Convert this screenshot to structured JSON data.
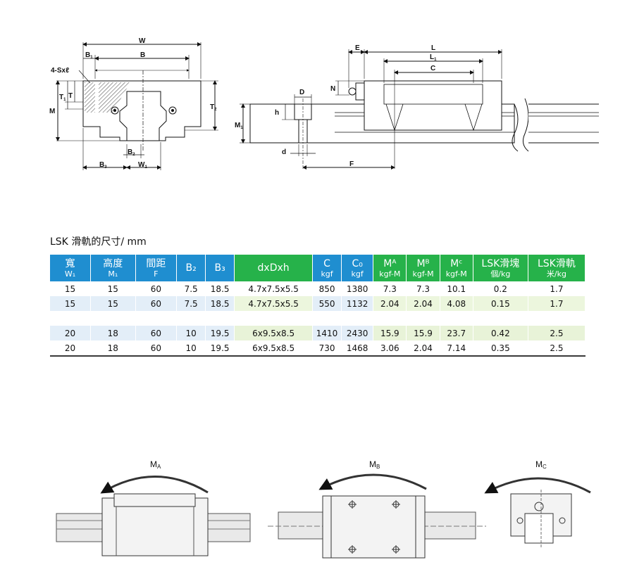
{
  "drawing_labels": {
    "W": "W",
    "B1": "B",
    "B1_sub": "1",
    "B": "B",
    "hole": "4-Sxℓ",
    "T1": "T",
    "T1_sub": "1",
    "T": "T",
    "M": "M",
    "T2": "T",
    "T2_sub": "2",
    "B2": "B",
    "B2_sub": "2",
    "B3": "B",
    "B3_sub": "3",
    "W1": "W",
    "W1_sub": "1",
    "E": "E",
    "L": "L",
    "L1": "L",
    "L1_sub": "1",
    "C": "C",
    "N": "N",
    "D": "D",
    "h": "h",
    "M1": "M",
    "M1_sub": "1",
    "d": "d",
    "F": "F"
  },
  "table": {
    "title": "LSK 滑軌的尺寸/ mm",
    "headers": [
      {
        "top": "寬",
        "bot": "W₁",
        "color": "blue"
      },
      {
        "top": "高度",
        "bot": "M₁",
        "color": "blue"
      },
      {
        "top": "間距",
        "bot": "F",
        "color": "blue"
      },
      {
        "top": "B₂",
        "bot": "",
        "color": "blue"
      },
      {
        "top": "B₃",
        "bot": "",
        "color": "blue"
      },
      {
        "top": "dxDxh",
        "bot": "",
        "color": "green"
      },
      {
        "top": "C",
        "bot": "kgf",
        "color": "blue"
      },
      {
        "top": "C₀",
        "bot": "kgf",
        "color": "blue"
      },
      {
        "top": "Mᴬ",
        "bot": "kgf-M",
        "color": "green"
      },
      {
        "top": "Mᴮ",
        "bot": "kgf-M",
        "color": "green"
      },
      {
        "top": "Mᶜ",
        "bot": "kgf-M",
        "color": "green"
      },
      {
        "top": "LSK滑塊",
        "bot": "個/kg",
        "color": "green"
      },
      {
        "top": "LSK滑軌",
        "bot": "米/kg",
        "color": "green"
      }
    ],
    "rows": [
      [
        "15",
        "15",
        "60",
        "7.5",
        "18.5",
        "4.7x7.5x5.5",
        "850",
        "1380",
        "7.3",
        "7.3",
        "10.1",
        "0.2",
        "1.7"
      ],
      [
        "15",
        "15",
        "60",
        "7.5",
        "18.5",
        "4.7x7.5x5.5",
        "550",
        "1132",
        "2.04",
        "2.04",
        "4.08",
        "0.15",
        "1.7"
      ],
      [
        "",
        "",
        "",
        "",
        "",
        "",
        "",
        "",
        "",
        "",
        "",
        "",
        ""
      ],
      [
        "20",
        "18",
        "60",
        "10",
        "19.5",
        "6x9.5x8.5",
        "1410",
        "2430",
        "15.9",
        "15.9",
        "23.7",
        "0.42",
        "2.5"
      ],
      [
        "20",
        "18",
        "60",
        "10",
        "19.5",
        "6x9.5x8.5",
        "730",
        "1468",
        "3.06",
        "2.04",
        "7.14",
        "0.35",
        "2.5"
      ]
    ]
  },
  "moments": {
    "MA": "M",
    "MA_sub": "A",
    "MB": "M",
    "MB_sub": "B",
    "MC": "M",
    "MC_sub": "C"
  }
}
